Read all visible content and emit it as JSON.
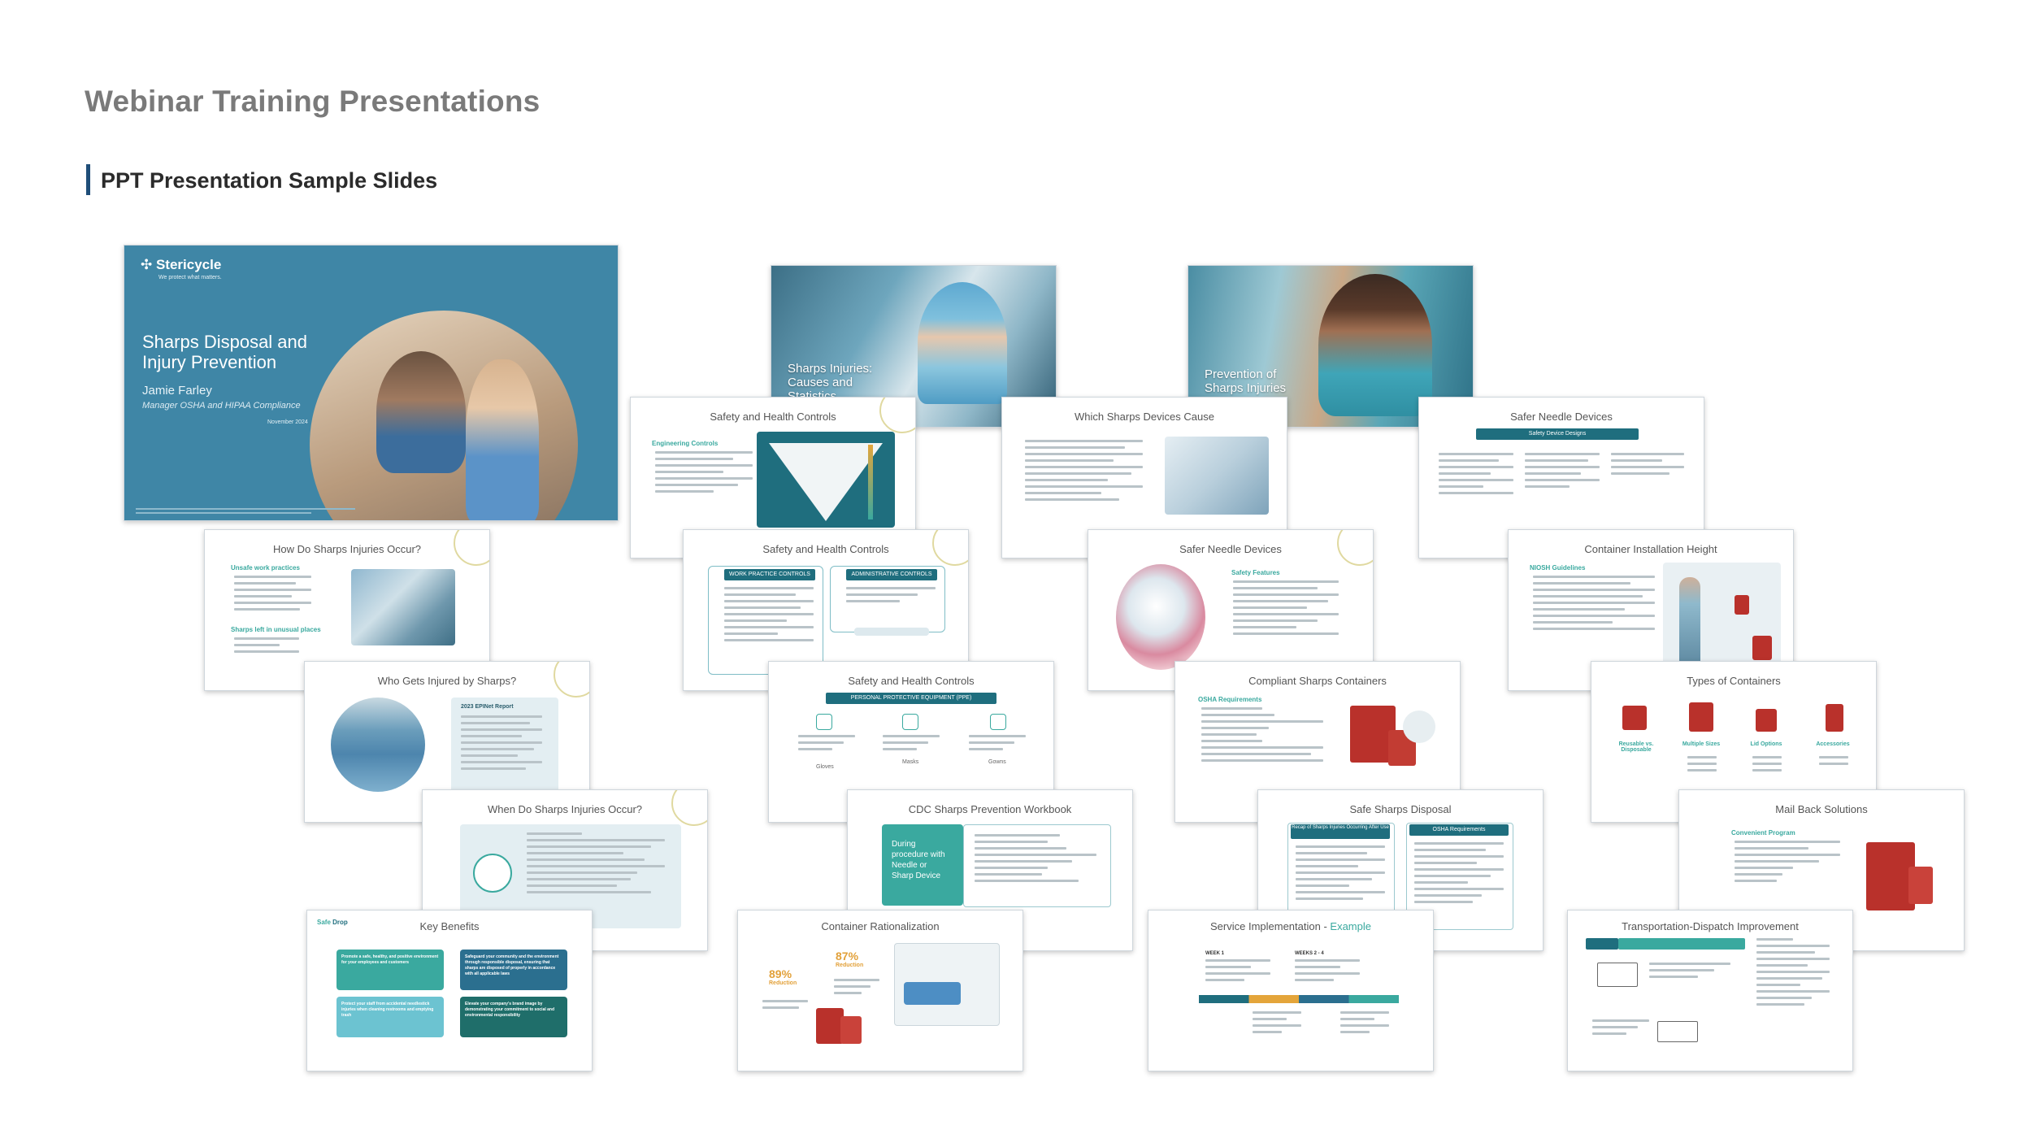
{
  "page": {
    "title": "Webinar Training Presentations",
    "section": "PPT Presentation Sample Slides"
  },
  "colors": {
    "teal": "#3aa99f",
    "dark_teal": "#1f6e7e",
    "hero_blue": "#3f86a6",
    "accent_yellow": "#e0d9a0"
  },
  "slides": {
    "hero": {
      "logo": "Stericycle",
      "tagline": "We protect what matters.",
      "title_line1": "Sharps Disposal and",
      "title_line2": "Injury Prevention",
      "author": "Jamie Farley",
      "role": "Manager OSHA and HIPAA Compliance",
      "date": "November 2024"
    },
    "s_causes": {
      "title_line1": "Sharps Injuries:",
      "title_line2": "Causes and",
      "title_line3": "Statistics"
    },
    "s_prevention": {
      "title_line1": "Prevention of",
      "title_line2": "Sharps Injuries"
    },
    "s_safety1": {
      "title": "Safety and Health Controls",
      "subtitle": "Engineering Controls"
    },
    "s_which": {
      "title": "Which Sharps Devices Cause"
    },
    "s_safer1": {
      "title": "Safer Needle Devices",
      "header": "Safety Device Designs"
    },
    "s_how": {
      "title": "How Do Sharps Injuries Occur?",
      "subtitle": "Unsafe work practices",
      "subtitle2": "Sharps left in unusual places"
    },
    "s_safety2": {
      "title": "Safety and Health Controls",
      "col1": "WORK PRACTICE CONTROLS",
      "col2": "ADMINISTRATIVE CONTROLS"
    },
    "s_safer2": {
      "title": "Safer Needle Devices",
      "subtitle": "Safety Features"
    },
    "s_container": {
      "title": "Container Installation Height",
      "subtitle": "NIOSH Guidelines"
    },
    "s_who": {
      "title": "Who Gets Injured by Sharps?",
      "report": "2023 EPINet Report"
    },
    "s_safety3": {
      "title": "Safety and Health Controls",
      "header": "PERSONAL PROTECTIVE EQUIPMENT (PPE)",
      "c1": "Gloves",
      "c2": "Masks",
      "c3": "Gowns"
    },
    "s_compliant": {
      "title": "Compliant Sharps Containers",
      "subtitle": "OSHA Requirements"
    },
    "s_types": {
      "title": "Types of Containers",
      "c1": "Reusable vs. Disposable",
      "c2": "Multiple Sizes",
      "c3": "Lid Options",
      "c4": "Accessories"
    },
    "s_when": {
      "title": "When Do Sharps Injuries Occur?"
    },
    "s_cdc": {
      "title": "CDC Sharps Prevention Workbook",
      "panel": "During procedure with Needle or Sharp Device"
    },
    "s_safedisp": {
      "title": "Safe Sharps Disposal",
      "h1": "Recap of Sharps Injuries Occurring After Use",
      "h2": "OSHA Requirements"
    },
    "s_mail": {
      "title": "Mail Back Solutions",
      "subtitle": "Convenient Program"
    },
    "s_key": {
      "brand_a": "Safe",
      "brand_b": "Drop",
      "title": "Key Benefits",
      "b1": "Promote a safe, healthy, and positive environment for your employees and customers",
      "b2": "Safeguard your community and the environment through responsible disposal, ensuring that sharps are disposed of properly in accordance with all applicable laws",
      "b3": "Protect your staff from accidental needlestick injuries when cleaning restrooms and emptying trash",
      "b4": "Elevate your company's brand image by demonstrating your commitment to social and environmental responsibility"
    },
    "s_rational": {
      "title": "Container Rationalization",
      "n1": "89%",
      "n1_label": "Reduction",
      "n2": "87%",
      "n2_label": "Reduction"
    },
    "s_service": {
      "title": "Service Implementation - ",
      "title_accent": "Example",
      "w1": "WEEK 1",
      "w2": "WEEKS 2 - 4"
    },
    "s_transport": {
      "title": "Transportation-Dispatch Improvement"
    }
  }
}
